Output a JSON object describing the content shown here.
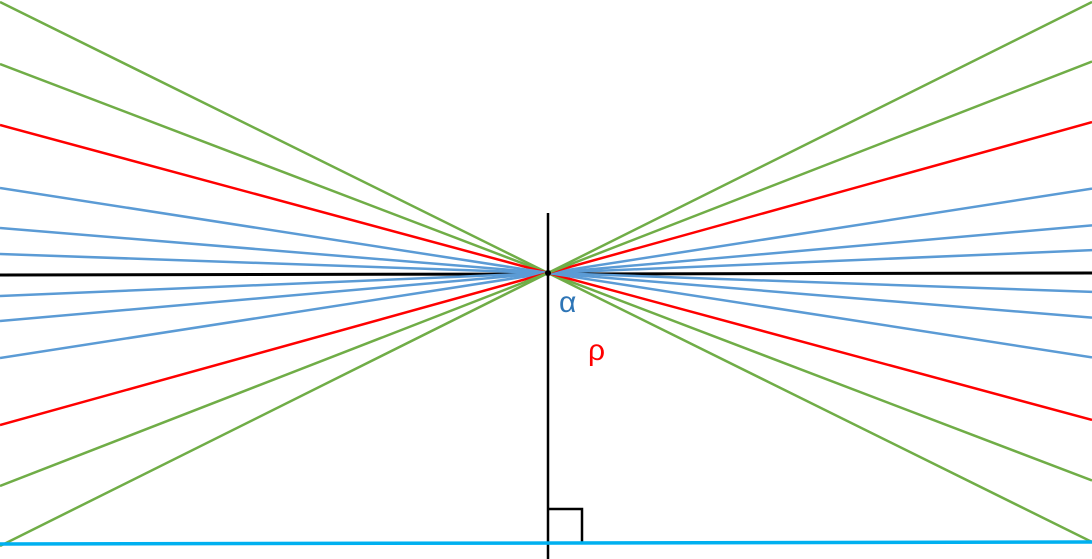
{
  "labels": {
    "alpha": "α",
    "rho": "ρ"
  },
  "colors": {
    "green": "#70ad47",
    "red": "#ff0000",
    "blue": "#5b9bd5",
    "black": "#000000",
    "cyan": "#00b0f0",
    "alpha": "#2e75b6",
    "rho": "#ff0000"
  },
  "rays": [
    {
      "color": "green"
    },
    {
      "color": "green"
    },
    {
      "color": "red"
    },
    {
      "color": "blue"
    },
    {
      "color": "blue"
    },
    {
      "color": "blue"
    },
    {
      "color": "blue"
    },
    {
      "color": "blue"
    },
    {
      "color": "blue"
    },
    {
      "color": "red"
    },
    {
      "color": "green"
    },
    {
      "color": "green"
    }
  ]
}
